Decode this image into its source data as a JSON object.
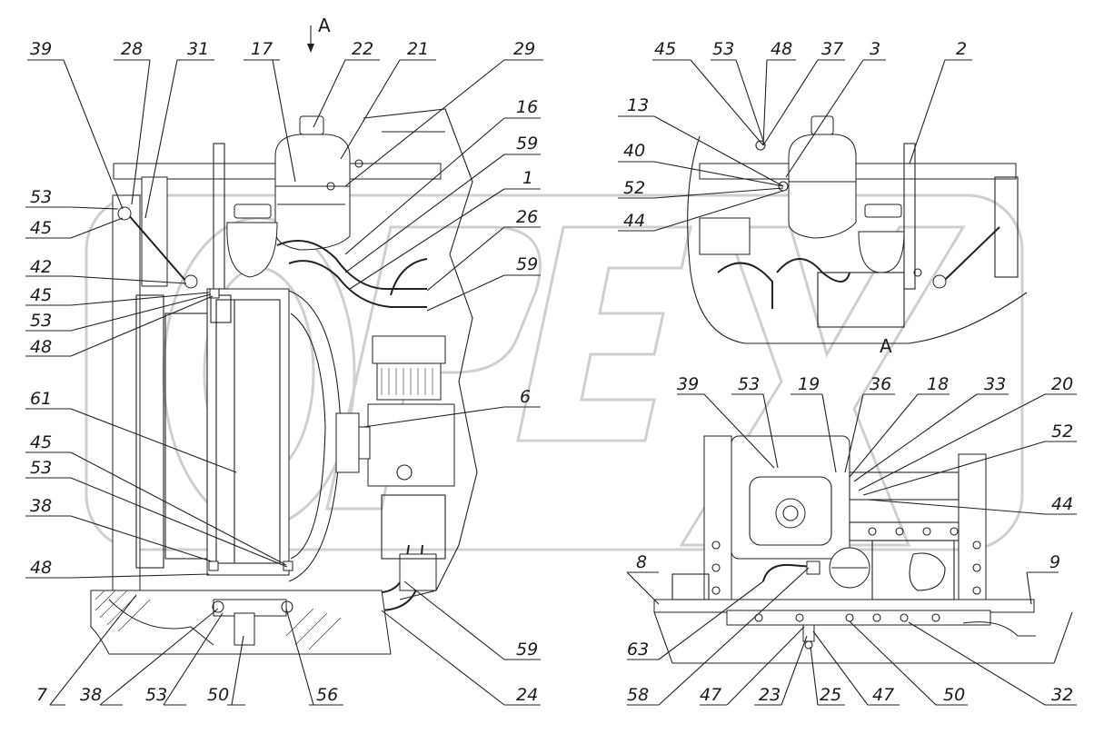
{
  "view_label": "А",
  "section_label": "А",
  "left_view": {
    "top_callouts": [
      "39",
      "28",
      "31",
      "17",
      "22",
      "21",
      "29"
    ],
    "left_callouts": [
      "53",
      "45",
      "42",
      "45",
      "53",
      "48",
      "61",
      "45",
      "53",
      "38",
      "48"
    ],
    "right_callouts": [
      "16",
      "59",
      "1",
      "26",
      "59",
      "6",
      "59"
    ],
    "bottom_callouts": [
      "7",
      "38",
      "53",
      "50",
      "56",
      "24"
    ]
  },
  "right_view": {
    "top_callouts": [
      "45",
      "53",
      "48",
      "37",
      "3",
      "2",
      "13",
      "40",
      "52",
      "44"
    ]
  },
  "section_view": {
    "top_callouts": [
      "39",
      "53",
      "19",
      "36",
      "18",
      "33",
      "20",
      "52",
      "44"
    ],
    "side_callouts": [
      "8",
      "9"
    ],
    "bottom_callouts": [
      "63",
      "58",
      "47",
      "23",
      "25",
      "47",
      "50",
      "32"
    ]
  }
}
